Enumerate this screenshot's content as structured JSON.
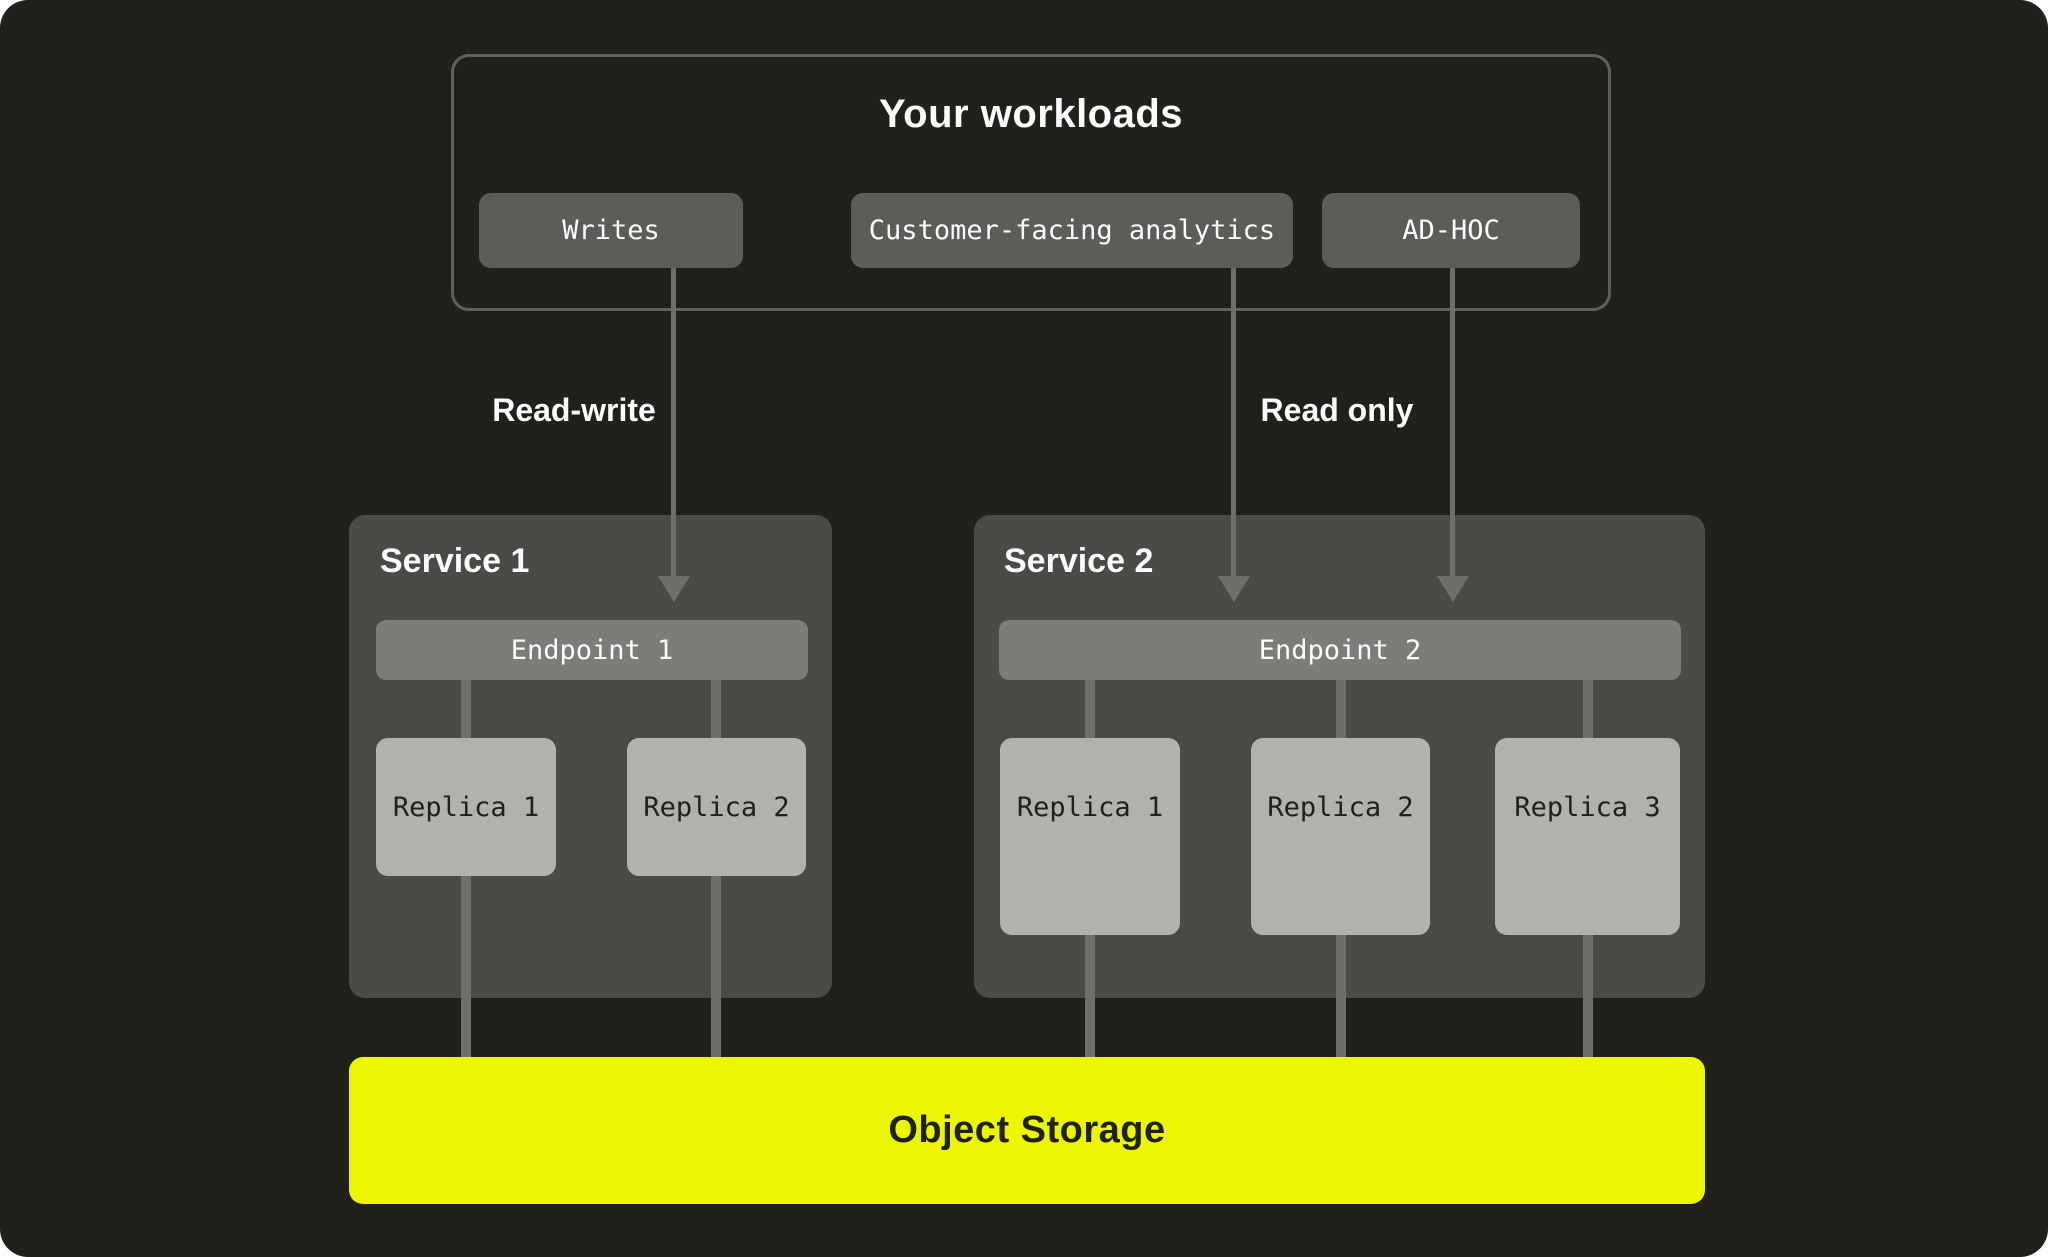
{
  "page": {
    "background_color": "#20211b",
    "accent_color": "#ecf602",
    "line_color": "#6e6f6a"
  },
  "workloads": {
    "title": "Your workloads",
    "items": [
      {
        "label": "Writes"
      },
      {
        "label": "Customer-facing analytics"
      },
      {
        "label": "AD-HOC"
      }
    ]
  },
  "edges": {
    "read_write_label": "Read-write",
    "read_only_label": "Read only"
  },
  "services": [
    {
      "title": "Service 1",
      "endpoint": "Endpoint 1",
      "replicas": [
        "Replica 1",
        "Replica 2"
      ]
    },
    {
      "title": "Service 2",
      "endpoint": "Endpoint 2",
      "replicas": [
        "Replica 1",
        "Replica 2",
        "Replica 3"
      ]
    }
  ],
  "storage": {
    "label": "Object Storage"
  }
}
